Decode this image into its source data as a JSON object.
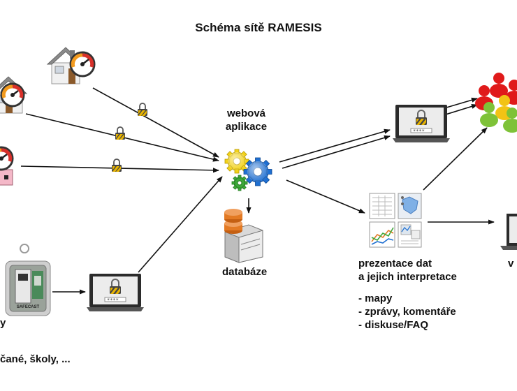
{
  "diagram": {
    "title": "Schéma sítě RAMESIS",
    "web_app_label": [
      "webová",
      "aplikace"
    ],
    "database_label": "databáze",
    "presentation_label": [
      "prezentace dat",
      "a jejich interpretace"
    ],
    "presentation_items": [
      "- mapy",
      "- zprávy, komentáře",
      "- diskuse/FAQ"
    ],
    "left_partial_label": "y",
    "left_bottom_label": "čané, školy, ...",
    "right_partial_label": "v",
    "laptop_password": "****",
    "device_brand": "SAFECAST",
    "colors": {
      "arrow": "#111111",
      "gear_yellow": "#f2d21a",
      "gear_blue": "#1f6fd1",
      "gear_green": "#3ea83a",
      "gauge_red": "#d8302a",
      "gauge_orange": "#f29a1e",
      "db_orange": "#e37a24",
      "person_red": "#e01a1a",
      "person_yellow": "#f2c315",
      "person_green": "#7ec238",
      "lock_stripe": "#e8b400"
    },
    "icons": [
      "house-gauge-icon",
      "lock-icon",
      "gears-icon",
      "database-icon",
      "laptop-lock-icon",
      "people-icon",
      "safecast-device-icon",
      "report-thumbnails-icon"
    ]
  }
}
